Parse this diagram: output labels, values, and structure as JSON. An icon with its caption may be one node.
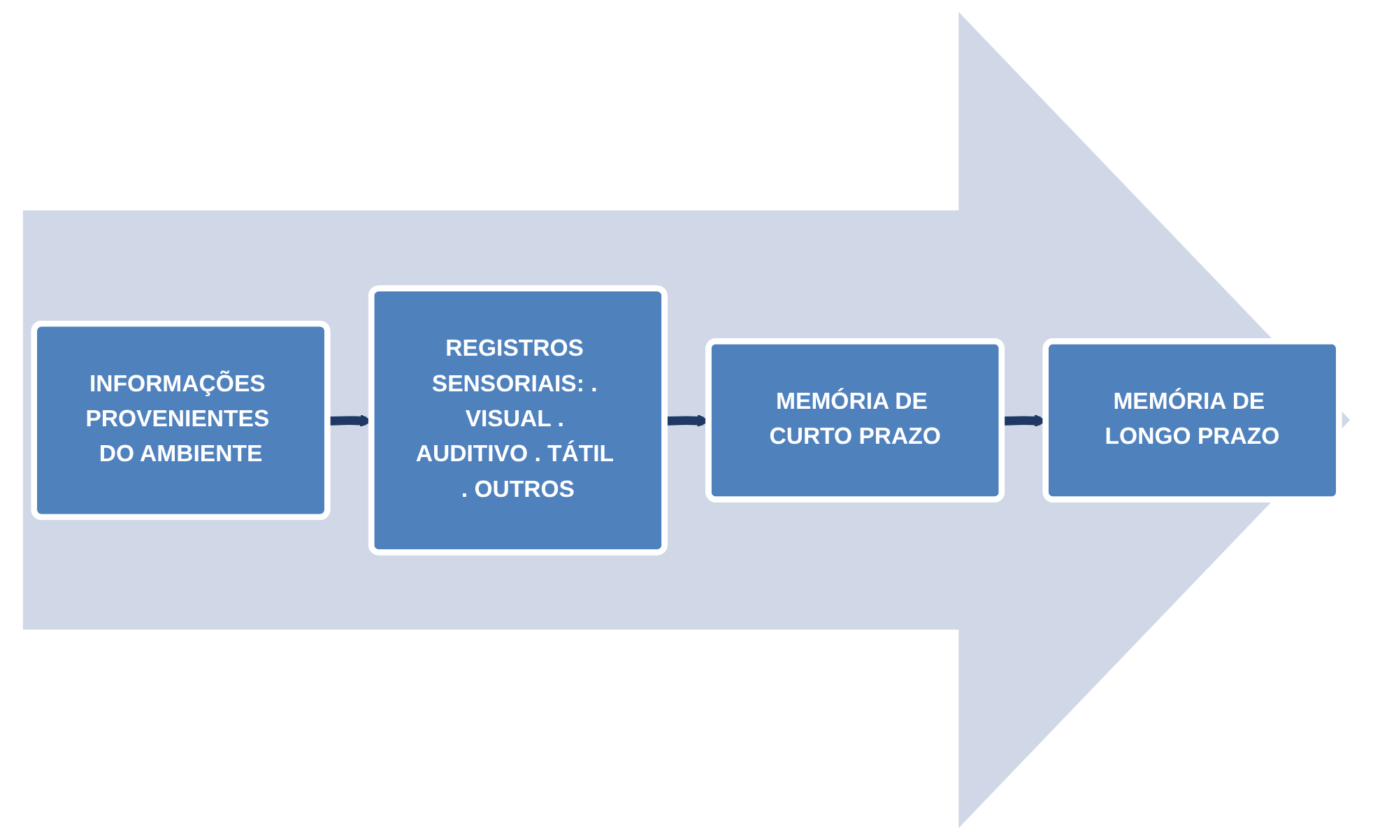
{
  "diagram": {
    "nodes": [
      {
        "text": [
          "INFORMAÇÕES PROVENIENTES DO AMBIENTE"
        ]
      },
      {
        "text": [
          "REGISTROS SENSORIAIS: . VISUAL . AUDITIVO . TÁTIL . OUTROS"
        ]
      },
      {
        "text": [
          "MEMÓRIA DE CURTO PRAZO"
        ]
      },
      {
        "text": [
          "MEMÓRIA DE LONGO PRAZO"
        ]
      }
    ],
    "edges": [
      {
        "from": 0,
        "to": 1,
        "arrow": "to"
      },
      {
        "from": 1,
        "to": 2,
        "arrow": "to"
      },
      {
        "from": 2,
        "to": 3,
        "arrow": "to"
      },
      {
        "from": 0,
        "to": 3,
        "arrow": "to",
        "style": "thick",
        "color": "#d0d8e8"
      }
    ]
  }
}
